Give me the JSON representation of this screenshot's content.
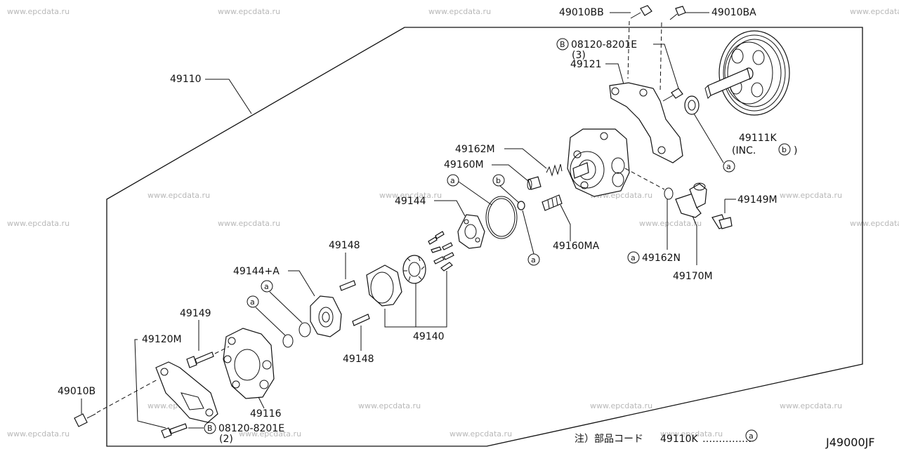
{
  "watermark": "www.epcdata.ru",
  "labels": {
    "p49110": "49110",
    "p49010bb": "49010BB",
    "p49010ba": "49010BA",
    "bolt_top": "08120-8201E",
    "bolt_top_qty": "(3)",
    "p49121": "49121",
    "p49111k": "49111K",
    "p49111k_inc": "(INC.",
    "p49111k_inc_end": ")",
    "p49162m": "49162M",
    "p49160m": "49160M",
    "p49144": "49144",
    "p49160ma": "49160MA",
    "p49149m": "49149M",
    "p49162n": "49162N",
    "p49170m": "49170M",
    "p49148_top": "49148",
    "p49144a": "49144+A",
    "p49148_bot": "49148",
    "p49140": "49140",
    "p49149": "49149",
    "p49120m": "49120M",
    "p49116": "49116",
    "p49010b": "49010B",
    "bolt_bot": "08120-8201E",
    "bolt_bot_qty": "(2)"
  },
  "callouts": {
    "a": "a",
    "b": "b",
    "B": "B"
  },
  "note": {
    "prefix": "注）部品コード",
    "part": "49110K",
    "dots": "……………"
  },
  "diagram_code": "J49000JF"
}
